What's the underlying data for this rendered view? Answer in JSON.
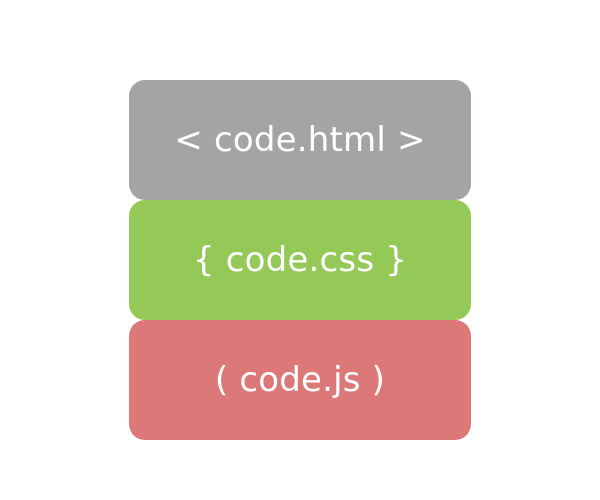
{
  "cards": [
    {
      "label": "< code.html >",
      "color": "#a6a4a3"
    },
    {
      "label": "{ code.css }",
      "color": "#94c857"
    },
    {
      "label": "( code.js )",
      "color": "#dc7878"
    }
  ]
}
